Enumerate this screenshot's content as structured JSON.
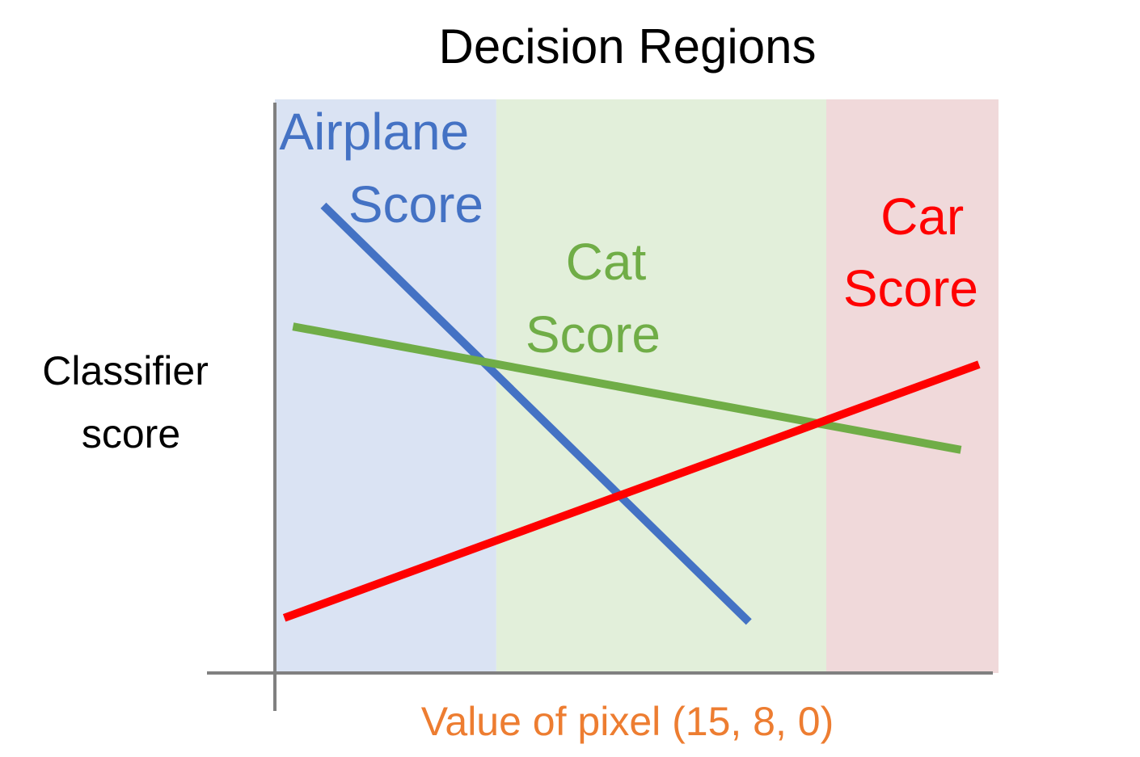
{
  "chart_data": {
    "type": "line",
    "title": "Decision Regions",
    "ylabel_lines": [
      "Classifier",
      "score"
    ],
    "xlabel": "Value of pixel (15, 8, 0)",
    "x_range": [
      0,
      100
    ],
    "y_range": [
      0,
      100
    ],
    "grid": false,
    "regions": [
      {
        "name": "Airplane",
        "from": 0,
        "to": 30.6,
        "color": "#dae3f3"
      },
      {
        "name": "Cat",
        "from": 30.6,
        "to": 76.2,
        "color": "#e2efda"
      },
      {
        "name": "Car",
        "from": 76.2,
        "to": 100,
        "color": "#f0d9da"
      }
    ],
    "series": [
      {
        "name": "Airplane Score",
        "label_lines": [
          "Airplane",
          "Score"
        ],
        "color": "#4472c4",
        "points": [
          [
            6.7,
            81.5
          ],
          [
            65.5,
            8.9
          ]
        ]
      },
      {
        "name": "Cat Score",
        "label_lines": [
          "Cat",
          "Score"
        ],
        "color": "#70ad47",
        "points": [
          [
            2.5,
            60.4
          ],
          [
            94.8,
            38.9
          ]
        ]
      },
      {
        "name": "Car Score",
        "label_lines": [
          "Car",
          "Score"
        ],
        "color": "#ff0000",
        "points": [
          [
            1.3,
            9.6
          ],
          [
            97.3,
            53.8
          ]
        ]
      }
    ]
  }
}
